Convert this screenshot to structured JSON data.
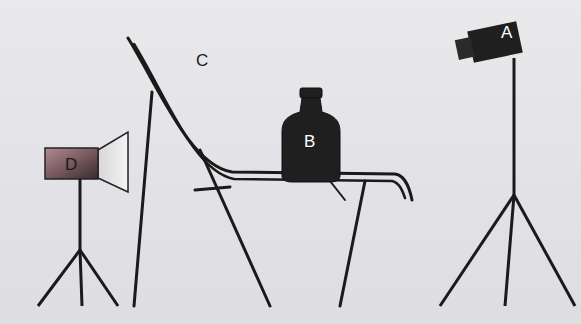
{
  "diagram": {
    "labels": [
      "A",
      "C",
      "B",
      "D"
    ]
  }
}
